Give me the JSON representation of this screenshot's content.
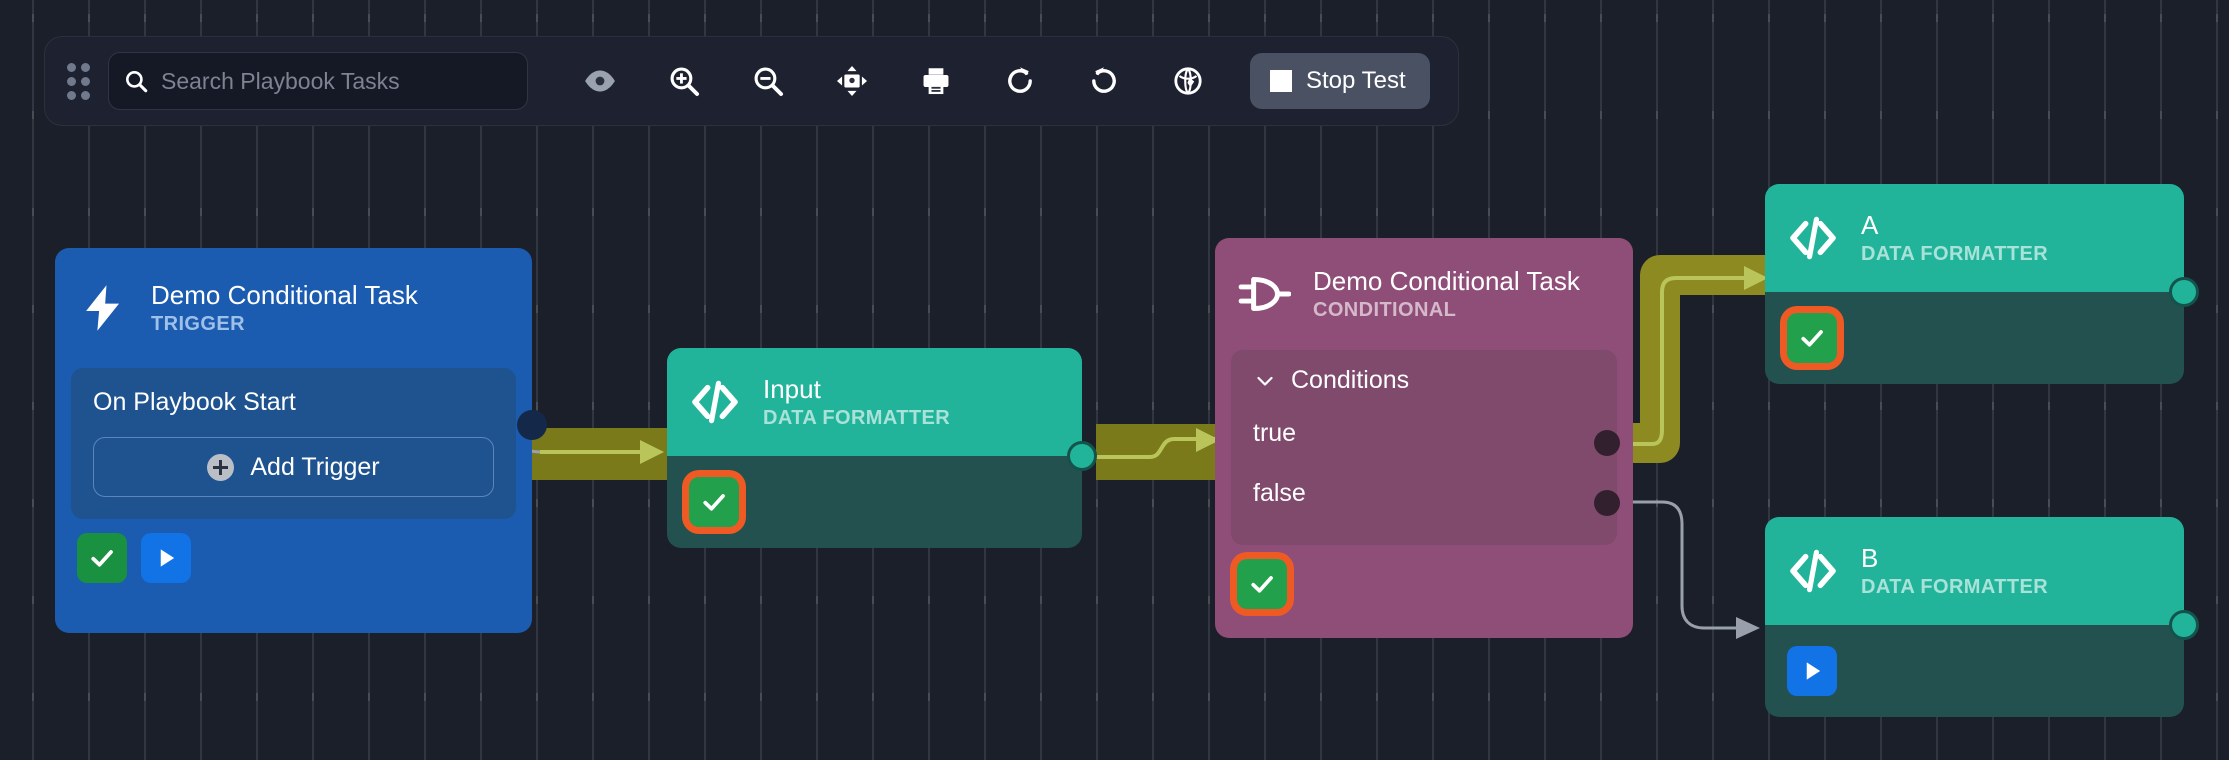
{
  "toolbar": {
    "drag_handle_icon": "drag-dots-icon",
    "search": {
      "icon": "search-icon",
      "value": "",
      "placeholder": "Search Playbook Tasks"
    },
    "buttons": [
      {
        "name": "toggle-visibility-button",
        "icon": "eye-icon",
        "label": ""
      },
      {
        "name": "zoom-in-button",
        "icon": "zoom-in-icon",
        "label": ""
      },
      {
        "name": "zoom-out-button",
        "icon": "zoom-out-icon",
        "label": ""
      },
      {
        "name": "fit-to-screen-button",
        "icon": "fit-screen-icon",
        "label": ""
      },
      {
        "name": "print-button",
        "icon": "print-icon",
        "label": ""
      },
      {
        "name": "redo-button",
        "icon": "refresh-cw-icon",
        "label": ""
      },
      {
        "name": "undo-button",
        "icon": "refresh-ccw-icon",
        "label": ""
      },
      {
        "name": "globe-button",
        "icon": "globe-icon",
        "label": ""
      }
    ],
    "stop_test": {
      "label": "Stop Test",
      "icon": "stop-square-icon",
      "background": "#4a5163"
    }
  },
  "canvas": {
    "background": "#1b1f2a",
    "grid": "dashed-dot-grid"
  },
  "nodes": {
    "trigger": {
      "icon": "lightning-bolt-icon",
      "title": "Demo Conditional Task",
      "subtitle": "TRIGGER",
      "body_label": "On Playbook Start",
      "add_button": "Add Trigger",
      "add_button_icon": "plus-circle-icon",
      "badges": [
        {
          "name": "status-success-badge",
          "icon": "check-icon",
          "color": "#1a9141"
        },
        {
          "name": "run-node-button",
          "icon": "play-icon",
          "color": "#1173e6"
        }
      ],
      "color": "#1b5bb0"
    },
    "input": {
      "icon": "code-brackets-icon",
      "title": "Input",
      "subtitle": "DATA FORMATTER",
      "badges": [
        {
          "name": "status-success-badge",
          "icon": "check-icon",
          "color": "#22a04c",
          "outline": "#ef5a24"
        }
      ],
      "color": "#21b49b"
    },
    "conditional": {
      "icon": "logic-gate-icon",
      "title": "Demo Conditional Task",
      "subtitle": "CONDITIONAL",
      "section_label": "Conditions",
      "section_chevron": "chevron-down-icon",
      "conditions": [
        {
          "label": "true"
        },
        {
          "label": "false"
        }
      ],
      "badges": [
        {
          "name": "status-success-badge",
          "icon": "check-icon",
          "color": "#22a04c",
          "outline": "#ef5a24"
        }
      ],
      "color": "#8f4e78"
    },
    "node_a": {
      "icon": "code-brackets-icon",
      "title": "A",
      "subtitle": "DATA FORMATTER",
      "badges": [
        {
          "name": "status-success-badge",
          "icon": "check-icon",
          "color": "#22a04c",
          "outline": "#ef5a24"
        }
      ],
      "color": "#21b49b"
    },
    "node_b": {
      "icon": "code-brackets-icon",
      "title": "B",
      "subtitle": "DATA FORMATTER",
      "badges": [
        {
          "name": "run-node-button",
          "icon": "play-icon",
          "color": "#1173e6"
        }
      ],
      "color": "#21b49b"
    }
  },
  "edges": [
    {
      "name": "edge-trigger-to-input",
      "from": "trigger",
      "to": "input",
      "state": "active",
      "color": "#7b7a1b"
    },
    {
      "name": "edge-input-to-conditional",
      "from": "input",
      "to": "conditional",
      "state": "active",
      "color": "#7b7a1b"
    },
    {
      "name": "edge-conditional-true-to-a",
      "from": "conditional.true",
      "to": "node_a",
      "state": "active",
      "color": "#7b7a1b"
    },
    {
      "name": "edge-conditional-false-to-b",
      "from": "conditional.false",
      "to": "node_b",
      "state": "inactive",
      "color": "#9aa0ab"
    }
  ]
}
